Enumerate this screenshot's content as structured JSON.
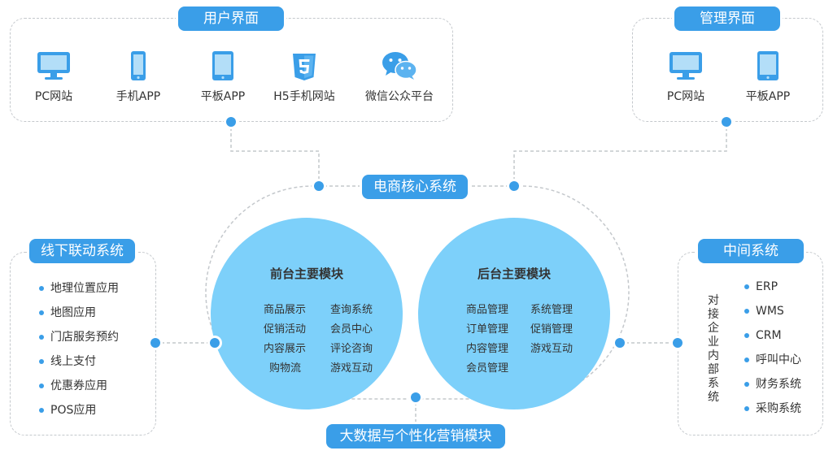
{
  "user_interface": {
    "title": "用户界面",
    "items": [
      {
        "label": "PC网站",
        "icon": "monitor-icon"
      },
      {
        "label": "手机APP",
        "icon": "phone-icon"
      },
      {
        "label": "平板APP",
        "icon": "tablet-icon"
      },
      {
        "label": "H5手机网站",
        "icon": "html5-icon"
      },
      {
        "label": "微信公众平台",
        "icon": "wechat-icon"
      }
    ]
  },
  "admin_interface": {
    "title": "管理界面",
    "items": [
      {
        "label": "PC网站",
        "icon": "monitor-icon"
      },
      {
        "label": "平板APP",
        "icon": "tablet-icon"
      }
    ]
  },
  "core": {
    "title": "电商核心系统",
    "front": {
      "title": "前台主要模块",
      "items": [
        "商品展示",
        "查询系统",
        "促销活动",
        "会员中心",
        "内容展示",
        "评论咨询",
        "购物流",
        "游戏互动"
      ]
    },
    "back": {
      "title": "后台主要模块",
      "items": [
        "商品管理",
        "系统管理",
        "订单管理",
        "促销管理",
        "内容管理",
        "游戏互动",
        "会员管理"
      ]
    }
  },
  "offline": {
    "title": "线下联动系统",
    "items": [
      "地理位置应用",
      "地图应用",
      "门店服务预约",
      "线上支付",
      "优惠券应用",
      "POS应用"
    ]
  },
  "middle": {
    "title": "中间系统",
    "vertical_label": "对接企业内部系统",
    "items": [
      "ERP",
      "WMS",
      "CRM",
      "呼叫中心",
      "财务系统",
      "采购系统"
    ]
  },
  "bigdata": {
    "title": "大数据与个性化营销模块"
  },
  "colors": {
    "accent": "#3a9ee8",
    "circle": "#7dd0fa",
    "dash": "#c4c8cc"
  }
}
